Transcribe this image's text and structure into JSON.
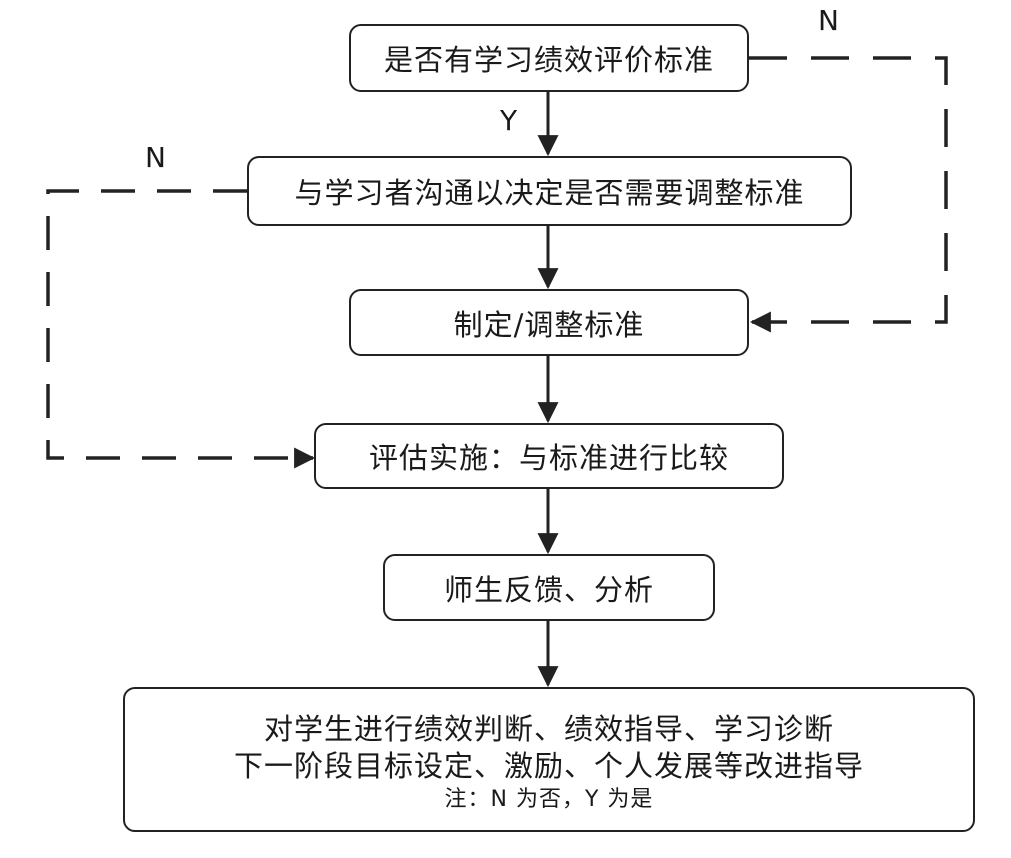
{
  "nodes": {
    "standard_exists": "是否有学习绩效评价标准",
    "communicate": "与学习者沟通以决定是否需要调整标准",
    "set_adjust": "制定/调整标准",
    "evaluate": "评估实施：与标准进行比较",
    "feedback": "师生反馈、分析",
    "final_line1": "对学生进行绩效判断、绩效指导、学习诊断",
    "final_line2": "下一阶段目标设定、激励、个人发展等改进指导",
    "final_note": "注：N 为否，Y 为是"
  },
  "edge_labels": {
    "yes": "Y",
    "no_top": "N",
    "no_left": "N"
  }
}
